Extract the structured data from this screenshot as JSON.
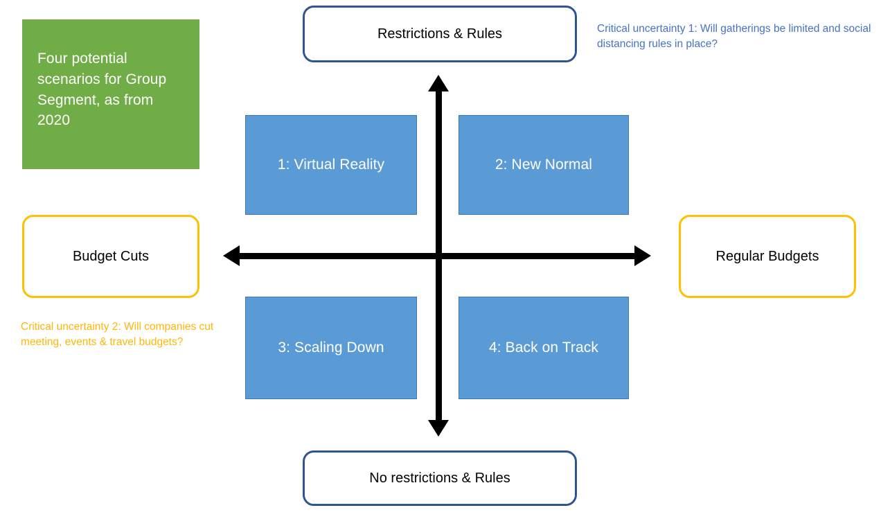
{
  "title_card": {
    "text": "Four potential scenarios for Group Segment, as from 2020",
    "background_color": "#70AD47",
    "text_color": "#FFFFFF"
  },
  "axes": {
    "vertical": {
      "top_label": "Restrictions & Rules",
      "bottom_label": "No restrictions & Rules",
      "border_color": "#2F5496",
      "uncertainty_note": "Critical uncertainty 1: Will gatherings be limited and social distancing rules in place?",
      "note_color": "#4472C4"
    },
    "horizontal": {
      "left_label": "Budget Cuts",
      "right_label": "Regular Budgets",
      "border_color": "#FFC000",
      "uncertainty_note": "Critical uncertainty 2: Will companies cut meeting, events & travel budgets?",
      "note_color": "#FFB60A"
    },
    "arrow_color": "#000000"
  },
  "quadrants": [
    {
      "id": 1,
      "label": "1: Virtual Reality",
      "position": "top-left"
    },
    {
      "id": 2,
      "label": "2: New Normal",
      "position": "top-right"
    },
    {
      "id": 3,
      "label": "3: Scaling Down",
      "position": "bottom-left"
    },
    {
      "id": 4,
      "label": "4: Back on Track",
      "position": "bottom-right"
    }
  ],
  "quadrant_style": {
    "fill_color": "#5B9BD5",
    "text_color": "#FFFFFF"
  },
  "chart_data": {
    "type": "scatter",
    "title": "Four potential scenarios for Group Segment, as from 2020",
    "xlabel": "Critical uncertainty 2: Will companies cut meeting, events & travel budgets?",
    "ylabel": "Critical uncertainty 1: Will gatherings be limited and social distancing rules in place?",
    "x_axis_low": "Budget Cuts",
    "x_axis_high": "Regular Budgets",
    "y_axis_low": "No restrictions & Rules",
    "y_axis_high": "Restrictions & Rules",
    "grid": false,
    "legend": "none",
    "points": [
      {
        "label": "1: Virtual Reality",
        "x": -1,
        "y": 1
      },
      {
        "label": "2: New Normal",
        "x": 1,
        "y": 1
      },
      {
        "label": "3: Scaling Down",
        "x": -1,
        "y": -1
      },
      {
        "label": "4: Back on Track",
        "x": 1,
        "y": -1
      }
    ]
  }
}
